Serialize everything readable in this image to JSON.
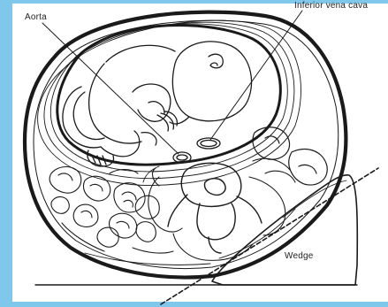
{
  "labels": {
    "aorta": "Aorta",
    "inferior_vena_cava": "Inferior vena cava",
    "wedge": "Wedge"
  },
  "colors": {
    "frame": "#7fc8ec",
    "ink": "#1a1a1a",
    "paper": "#ffffff"
  }
}
